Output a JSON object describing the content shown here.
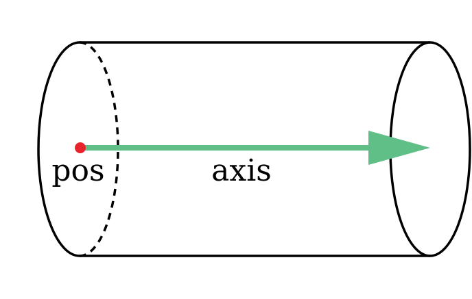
{
  "labels": {
    "position": "pos",
    "axis": "axis"
  },
  "colors": {
    "background": "#ffffff",
    "outline": "#000000",
    "axis_arrow": "#5fbf86",
    "position_point": "#e8232b"
  },
  "shape": "cylinder",
  "hidden_edge_style": "dashed"
}
